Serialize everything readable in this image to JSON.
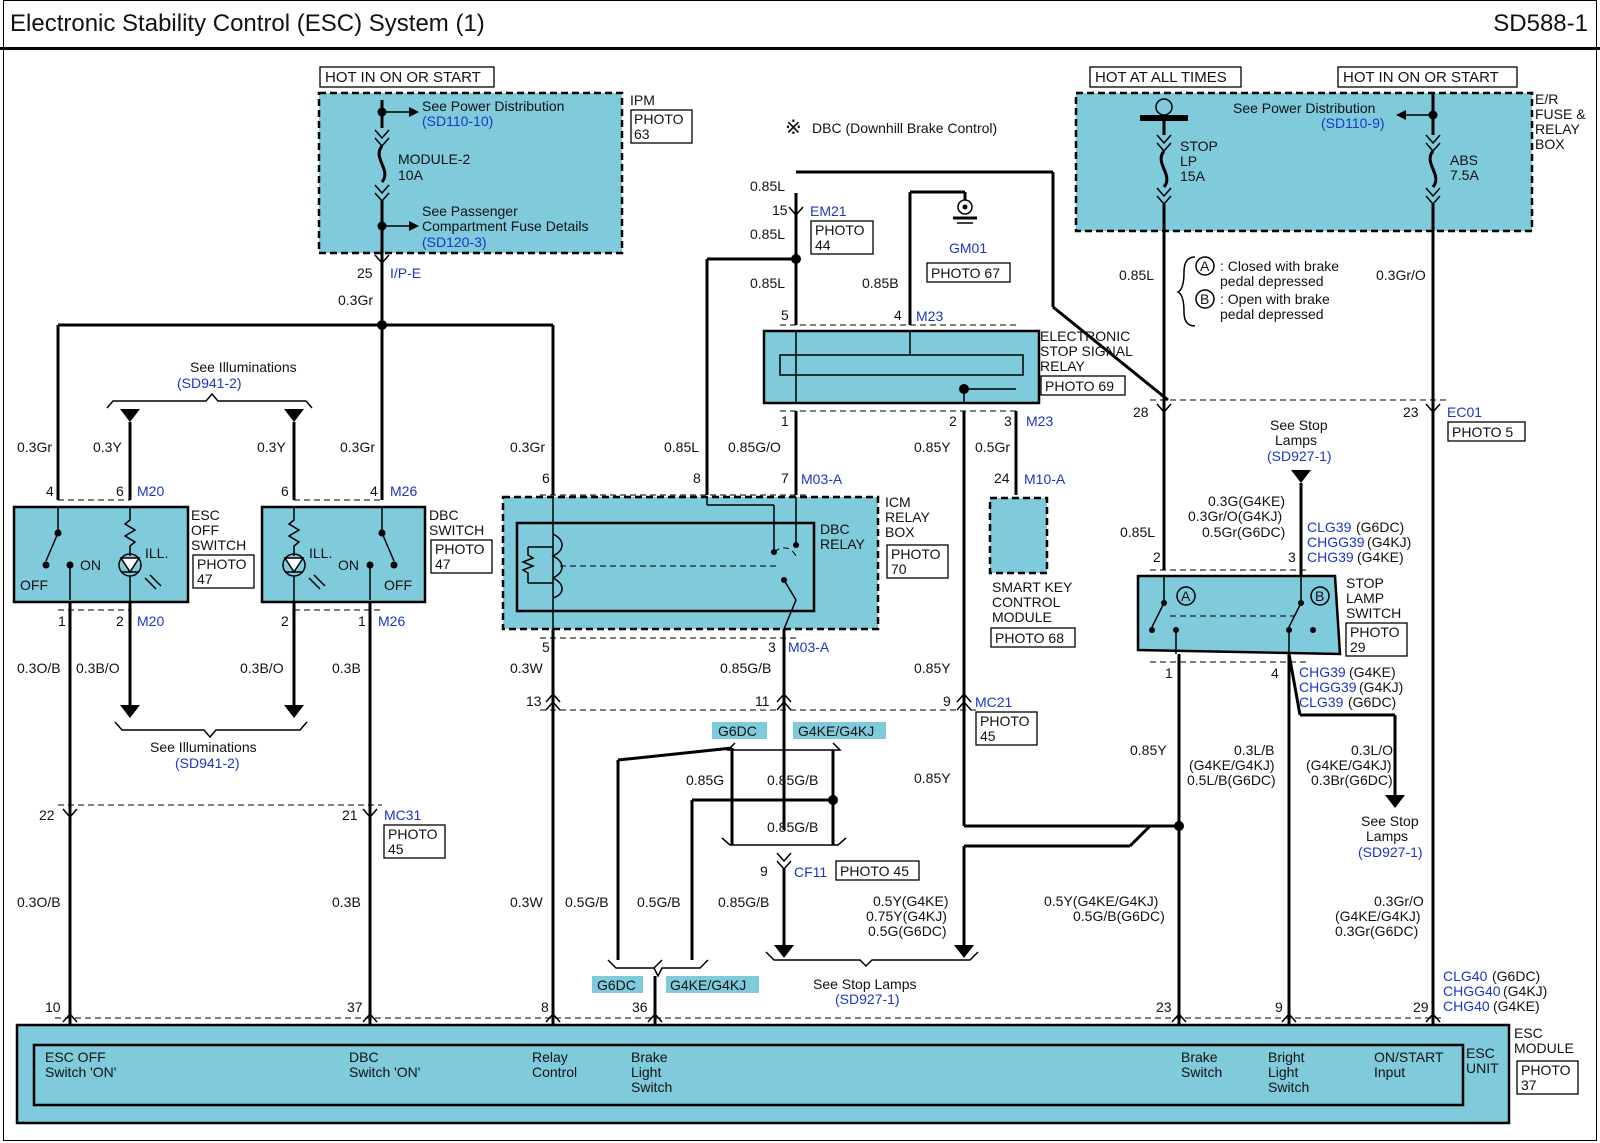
{
  "header": {
    "title": "Electronic Stability Control (ESC) System (1)",
    "page_code": "SD588-1"
  },
  "sources": {
    "hot_run_start_left": "HOT IN ON OR START",
    "hot_all_times": "HOT AT ALL TIMES",
    "hot_run_start_right": "HOT IN ON OR START"
  },
  "ipm": {
    "name": "IPM",
    "photo": [
      "PHOTO",
      "63"
    ],
    "power_dist": "See Power Distribution",
    "power_dist_ref": "(SD110-10)",
    "fuse": [
      "MODULE-2",
      "10A"
    ],
    "passenger": [
      "See Passenger",
      "Compartment Fuse Details"
    ],
    "passenger_ref": "(SD120-3)"
  },
  "er_box": {
    "name": [
      "E/R",
      "FUSE &",
      "RELAY",
      "BOX"
    ],
    "power_dist": "See Power Distribution",
    "power_dist_ref": "(SD110-9)",
    "stop_fuse": [
      "STOP",
      "LP",
      "15A"
    ],
    "abs_fuse": [
      "ABS",
      "7.5A"
    ]
  },
  "dbc_note": {
    "symbol": "※",
    "text": "DBC (Downhill Brake Control)"
  },
  "ground": {
    "name": "GM01",
    "photo": "PHOTO 67"
  },
  "relay": {
    "name": [
      "ELECTRONIC",
      "STOP SIGNAL",
      "RELAY"
    ],
    "photo": "PHOTO 69"
  },
  "legend": {
    "a_sym": "A",
    "a_text": [
      ": Closed with brake",
      "pedal depressed"
    ],
    "b_sym": "B",
    "b_text": [
      ": Open with brake",
      "pedal depressed"
    ]
  },
  "esc_off_switch": {
    "name": [
      "ESC",
      "OFF",
      "SWITCH"
    ],
    "photo": [
      "PHOTO",
      "47"
    ],
    "off": "OFF",
    "on": "ON",
    "ill": "ILL."
  },
  "dbc_switch": {
    "name": [
      "DBC",
      "SWITCH"
    ],
    "photo": [
      "PHOTO",
      "47"
    ],
    "off": "OFF",
    "on": "ON",
    "ill": "ILL."
  },
  "illum": {
    "label": "See Illuminations",
    "ref": "(SD941-2)"
  },
  "icm": {
    "name": [
      "ICM",
      "RELAY",
      "BOX"
    ],
    "photo": [
      "PHOTO",
      "70"
    ],
    "relay": [
      "DBC",
      "RELAY"
    ]
  },
  "smart_key": {
    "name": [
      "SMART KEY",
      "CONTROL",
      "MODULE"
    ],
    "photo": "PHOTO 68"
  },
  "stop_lamp_switch": {
    "name": [
      "STOP",
      "LAMP",
      "SWITCH"
    ],
    "photo": [
      "PHOTO",
      "29"
    ],
    "a": "A",
    "b": "B"
  },
  "stop_lamps": {
    "top": [
      "See Stop",
      "Lamps"
    ],
    "top_ref": "(SD927-1)",
    "right": [
      "See Stop",
      "Lamps"
    ],
    "right_ref": "(SD927-1)",
    "bottom": "See Stop Lamps",
    "bottom_ref": "(SD927-1)"
  },
  "photos": {
    "em21": [
      "PHOTO",
      "44"
    ],
    "ec01": "PHOTO 5",
    "mc21": [
      "PHOTO",
      "45"
    ],
    "mc31": [
      "PHOTO",
      "45"
    ],
    "cf11": "PHOTO 45"
  },
  "connectors": {
    "ipe": "I/P-E",
    "em21": "EM21",
    "m23": "M23",
    "m23b": "M23",
    "m20": "M20",
    "m20b": "M20",
    "m26": "M26",
    "m26b": "M26",
    "m03a": "M03-A",
    "m03ab": "M03-A",
    "m10a": "M10-A",
    "mc21": "MC21",
    "mc31": "MC31",
    "cf11": "CF11",
    "ec01": "EC01",
    "clg39": "CLG39",
    "chgg39": "CHGG39",
    "chg39": "CHG39",
    "chg39b": "CHG39",
    "chgg39b": "CHGG39",
    "clg39b": "CLG39",
    "clg40": "CLG40",
    "chgg40": "CHGG40",
    "chg40": "CHG40"
  },
  "variants": {
    "g6dc": "(G6DC)",
    "g4kj": "(G4KJ)",
    "g4ke": "(G4KE)"
  },
  "tags": {
    "g6dc": "G6DC",
    "g4ke_g4kj": "G4KE/G4KJ"
  },
  "pins": {
    "p25": "25",
    "p15": "15",
    "p5": "5",
    "p4": "4",
    "p1": "1",
    "p2": "2",
    "p3": "3",
    "p28": "28",
    "p23": "23",
    "p24": "24",
    "m20_4": "4",
    "m20_6": "6",
    "m26_6": "6",
    "m26_4": "4",
    "m20_1": "1",
    "m20_2": "2",
    "m26_2": "2",
    "m26_1": "1",
    "icm6": "6",
    "icm8": "8",
    "icm7": "7",
    "icm5": "5",
    "icm3": "3",
    "mc13": "13",
    "mc11": "11",
    "mc9": "9",
    "mc22": "22",
    "mc21": "21",
    "cf9": "9",
    "sls2": "2",
    "sls3": "3",
    "sls1": "1",
    "sls4": "4",
    "e10": "10",
    "e37": "37",
    "e8": "8",
    "e36": "36",
    "e23": "23",
    "e9": "9",
    "e29": "29"
  },
  "wires": {
    "w03gr": "0.3Gr",
    "w085l_a": "0.85L",
    "w085l_b": "0.85L",
    "w085l_c": "0.85L",
    "w085b": "0.85B",
    "w085l_stop": "0.85L",
    "w03gro": "0.3Gr/O",
    "w03gr_l": "0.3Gr",
    "w03y_l": "0.3Y",
    "w03y_r": "0.3Y",
    "w03gr_r": "0.3Gr",
    "w03gr_m": "0.3Gr",
    "w085l_m": "0.85L",
    "w085go": "0.85G/O",
    "w085y_1": "0.85Y",
    "w05gr": "0.5Gr",
    "w085l_s": "0.85L",
    "sls3_wire": [
      "0.3G(G4KE)",
      "0.3Gr/O(G4KJ)",
      "0.5Gr(G6DC)"
    ],
    "w03ob_1": "0.3O/B",
    "w03bo_1": "0.3B/O",
    "w03bo_2": "0.3B/O",
    "w03b_1": "0.3B",
    "w03w_1": "0.3W",
    "w085gb_1": "0.85G/B",
    "w085y_2": "0.85Y",
    "w085y_3": "0.85Y",
    "w085y_4": "0.85Y",
    "sls4_wire": [
      "0.3L/B",
      "(G4KE/G4KJ)",
      "0.5L/B(G6DC)"
    ],
    "sls4_right": [
      "0.3L/O",
      "(G4KE/G4KJ)",
      "0.3Br(G6DC)"
    ],
    "w085g": "0.85G",
    "w085gb_2": "0.85G/B",
    "w085gb_3": "0.85G/B",
    "w03ob_2": "0.3O/B",
    "w03b_2": "0.3B",
    "w03w_2": "0.3W",
    "w05gb_1": "0.5G/B",
    "w05gb_2": "0.5G/B",
    "w085gb_4": "0.85G/B",
    "stop_wire": [
      "0.5Y(G4KE)",
      "0.75Y(G4KJ)",
      "0.5G(G6DC)"
    ],
    "e23_wire": [
      "0.5Y(G4KE/G4KJ)",
      "0.5G/B(G6DC)"
    ],
    "e29_wire": [
      "0.3Gr/O",
      "(G4KE/G4KJ)",
      "0.3Gr(G6DC)"
    ]
  },
  "esc_module": {
    "name": [
      "ESC",
      "MODULE"
    ],
    "unit": [
      "ESC",
      "UNIT"
    ],
    "photo": [
      "PHOTO",
      "37"
    ],
    "inputs": {
      "esc_off": [
        "ESC OFF",
        "Switch 'ON'"
      ],
      "dbc": [
        "DBC",
        "Switch 'ON'"
      ],
      "relay": [
        "Relay",
        "Control"
      ],
      "brake_light": [
        "Brake",
        "Light",
        "Switch"
      ],
      "brake": [
        "Brake",
        "Switch"
      ],
      "bright": [
        "Bright",
        "Light",
        "Switch"
      ],
      "on_start": [
        "ON/START",
        "Input"
      ]
    }
  }
}
